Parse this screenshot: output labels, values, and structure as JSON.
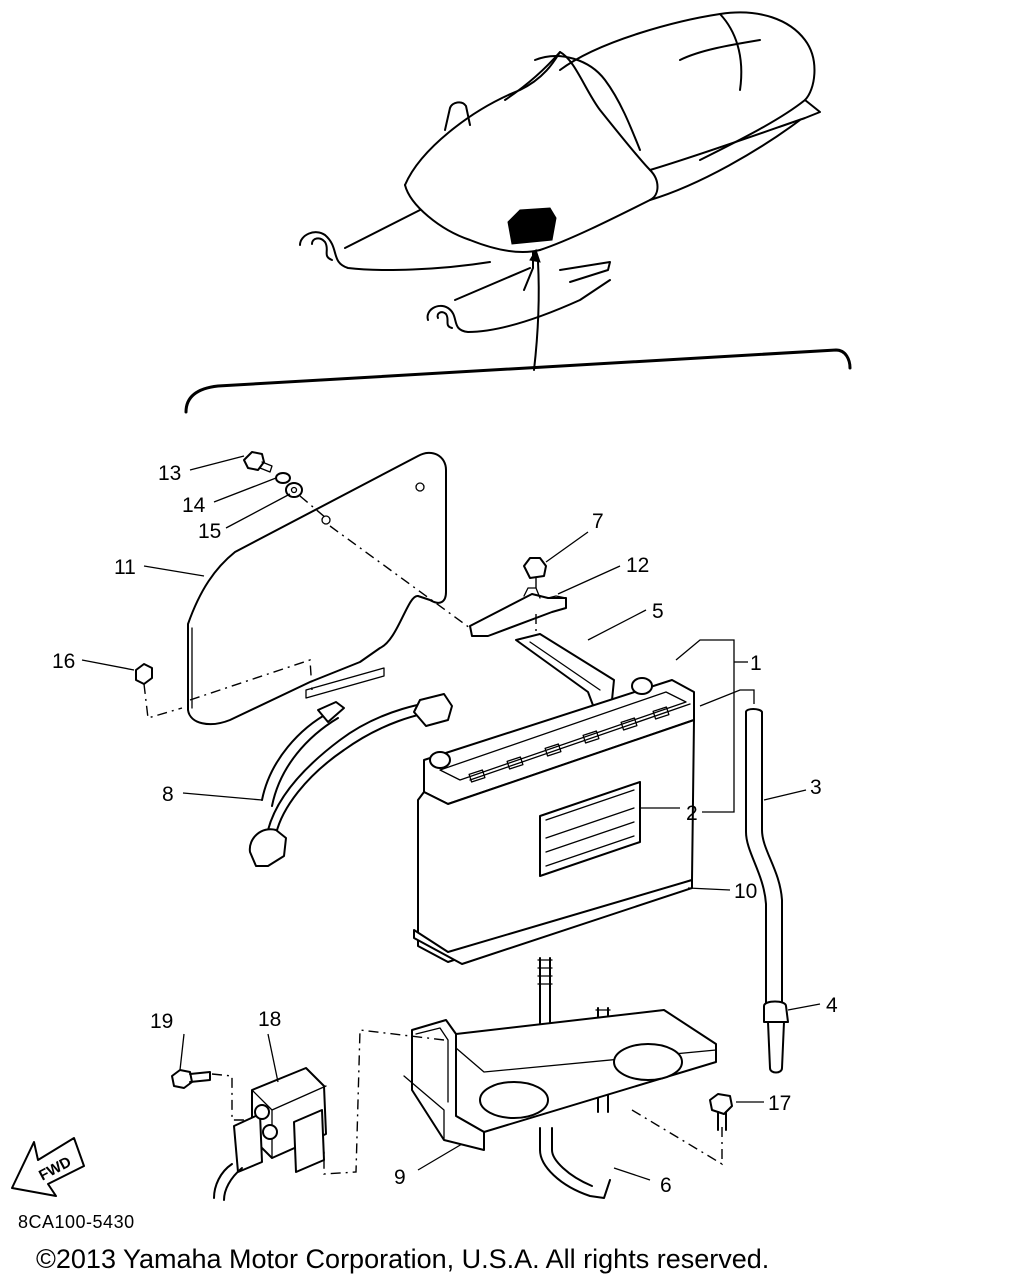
{
  "diagram": {
    "code": "8CA100-5430",
    "copyright": "©2013 Yamaha Motor Corporation, U.S.A. All rights reserved.",
    "fwd_label": "FWD",
    "callouts": {
      "c1": "1",
      "c2": "2",
      "c3": "3",
      "c4": "4",
      "c5": "5",
      "c6": "6",
      "c7": "7",
      "c8": "8",
      "c9": "9",
      "c10": "10",
      "c11": "11",
      "c12": "12",
      "c13": "13",
      "c14": "14",
      "c15": "15",
      "c16": "16",
      "c17": "17",
      "c18": "18",
      "c19": "19"
    }
  }
}
